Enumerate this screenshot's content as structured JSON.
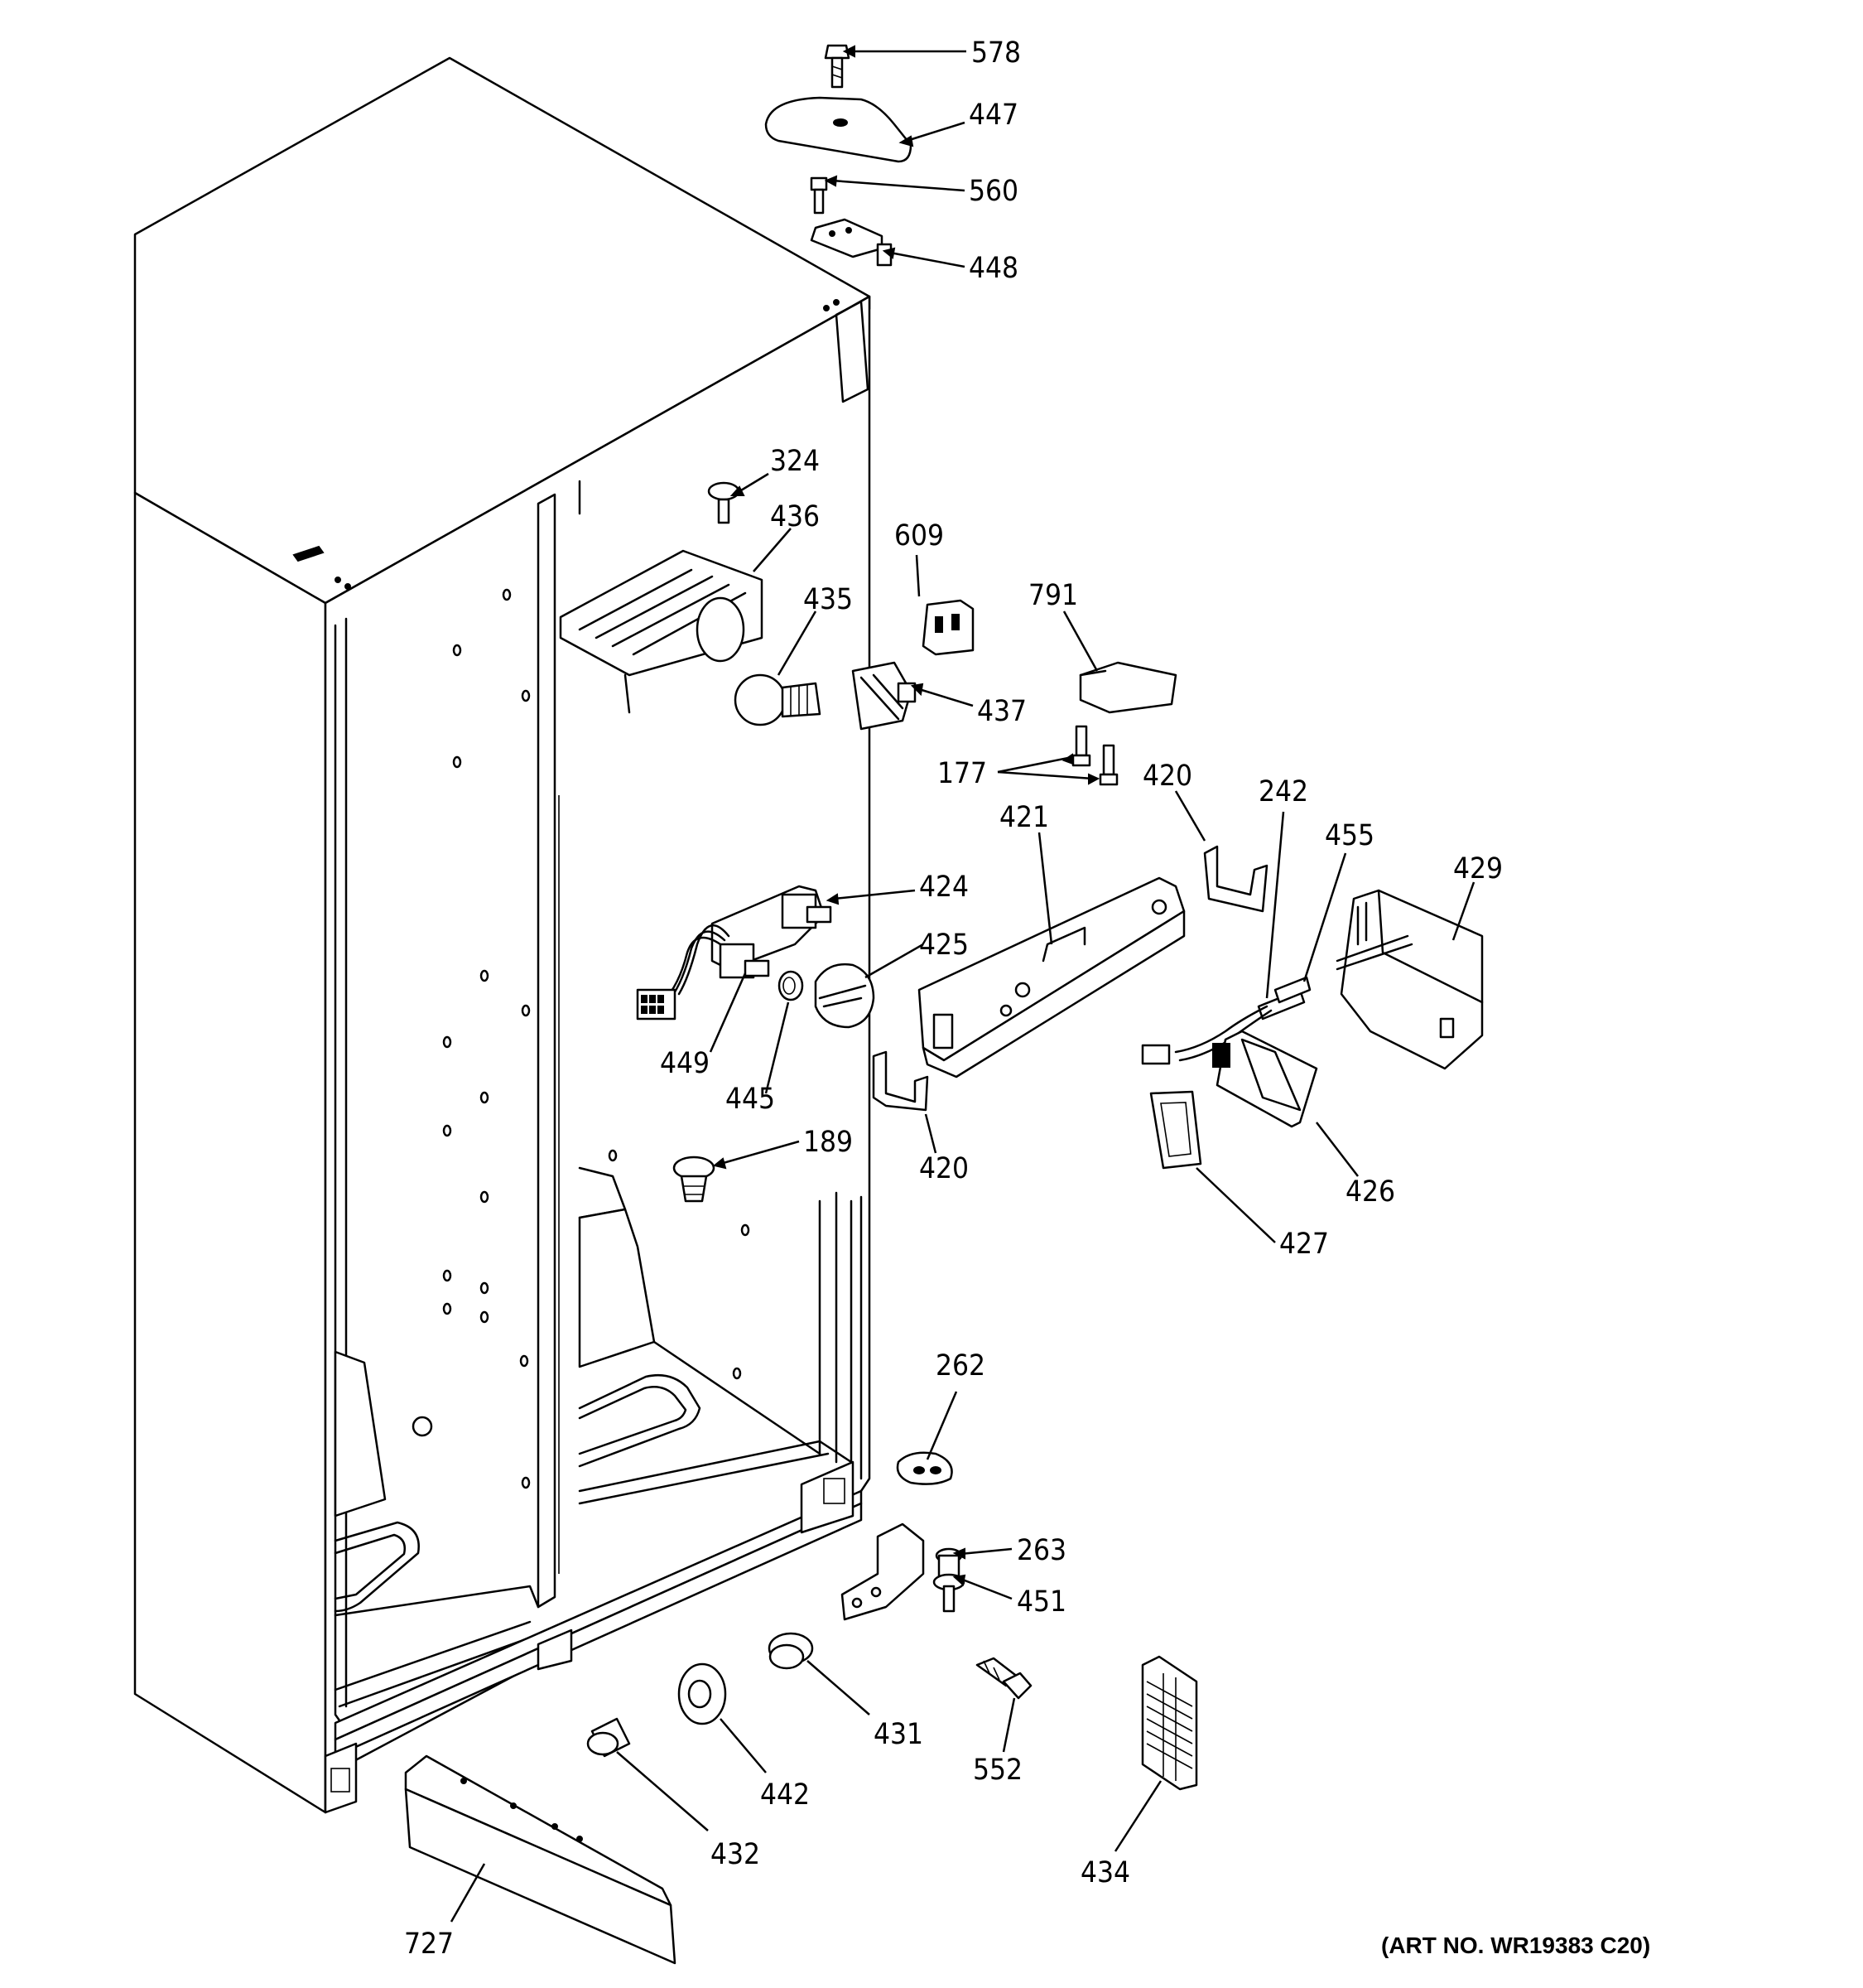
{
  "art_number": "(ART NO. WR19383 C20)",
  "labels": {
    "p578": "578",
    "p447": "447",
    "p560": "560",
    "p448": "448",
    "p324": "324",
    "p436": "436",
    "p609": "609",
    "p435": "435",
    "p791": "791",
    "p437": "437",
    "p177": "177",
    "p420a": "420",
    "p242": "242",
    "p421": "421",
    "p455": "455",
    "p429": "429",
    "p424": "424",
    "p425": "425",
    "p449": "449",
    "p445": "445",
    "p420b": "420",
    "p426": "426",
    "p189": "189",
    "p427": "427",
    "p262": "262",
    "p263": "263",
    "p451": "451",
    "p431": "431",
    "p552": "552",
    "p442": "442",
    "p432": "432",
    "p434": "434",
    "p727": "727"
  }
}
